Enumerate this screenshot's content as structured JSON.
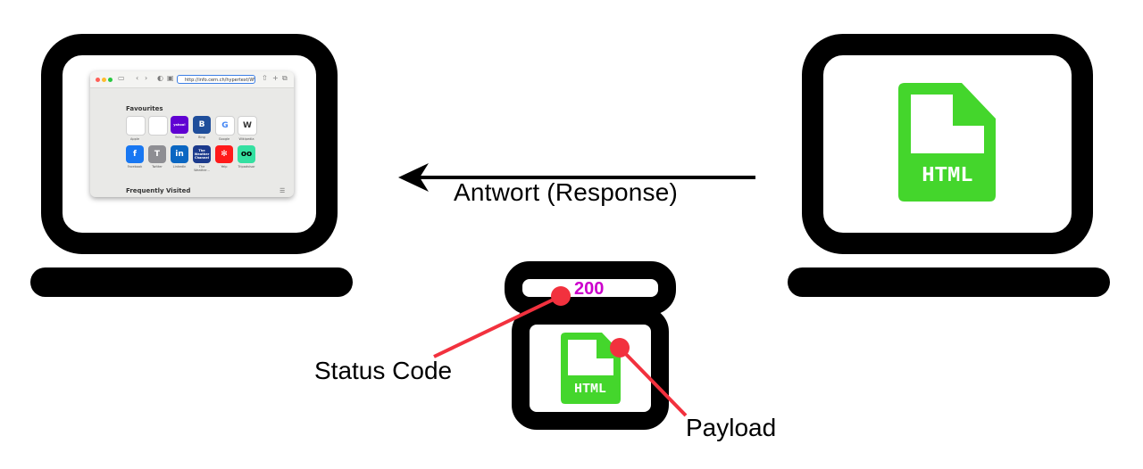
{
  "labels": {
    "response": "Antwort (Response)",
    "status_code_label": "Status Code",
    "payload_label": "Payload",
    "status_code_value": "200",
    "html_badge": "HTML"
  },
  "colors": {
    "stroke": "#000000",
    "html_green": "#44d62c",
    "pointer_red": "#f2313e",
    "status_magenta": "#cc00cc"
  },
  "browser": {
    "url": "http://info.cern.ch/hypertext/WWW/TheP",
    "favourites_heading": "Favourites",
    "frequently_visited_heading": "Frequently Visited",
    "favourites": [
      {
        "label": "Apple",
        "glyph": "",
        "bg": "#ffffff",
        "fg": "#333333"
      },
      {
        "label": "",
        "glyph": "",
        "bg": "#ffffff",
        "fg": "#333333"
      },
      {
        "label": "Yahoo",
        "glyph": "yahoo!",
        "bg": "#6001d2",
        "fg": "#ffffff"
      },
      {
        "label": "Bing",
        "glyph": "B",
        "bg": "#1f4e9b",
        "fg": "#ffffff"
      },
      {
        "label": "Google",
        "glyph": "G",
        "bg": "#ffffff",
        "fg": "#4285f4"
      },
      {
        "label": "Wikipedia",
        "glyph": "W",
        "bg": "#ffffff",
        "fg": "#333333"
      },
      {
        "label": "Facebook",
        "glyph": "f",
        "bg": "#1877f2",
        "fg": "#ffffff"
      },
      {
        "label": "Twitter",
        "glyph": "T",
        "bg": "#8e8e93",
        "fg": "#ffffff"
      },
      {
        "label": "LinkedIn",
        "glyph": "in",
        "bg": "#0a66c2",
        "fg": "#ffffff"
      },
      {
        "label": "The Weather...",
        "glyph": "The Weather Channel",
        "bg": "#1b3a8c",
        "fg": "#ffffff"
      },
      {
        "label": "Yelp",
        "glyph": "✻",
        "bg": "#ff1a1a",
        "fg": "#ffffff"
      },
      {
        "label": "Tripadvisor",
        "glyph": "oo",
        "bg": "#34e0a1",
        "fg": "#000000"
      }
    ]
  }
}
